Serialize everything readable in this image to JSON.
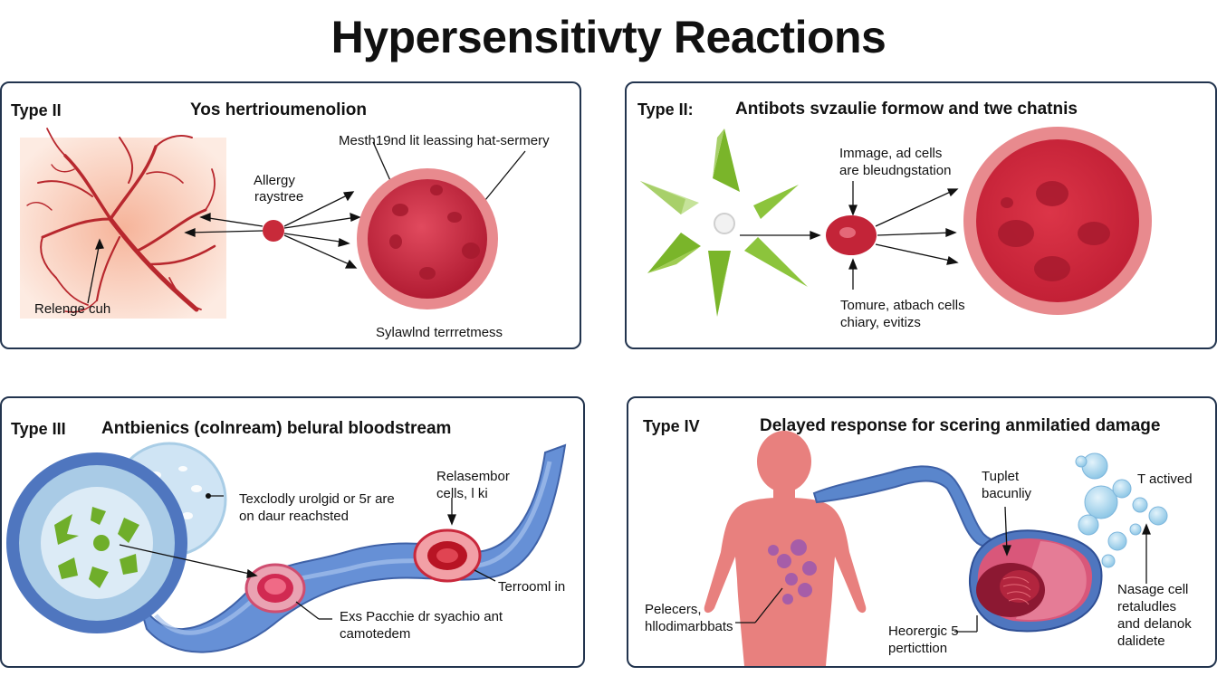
{
  "title": "Hypersensitivty Reactions",
  "panels": [
    {
      "type": "Type II",
      "heading": "Yos hertrioumenolion",
      "labels": [
        "Mesth19nd lit leassing hat-sermery",
        "Allergy",
        "raystree",
        "Relenge cuh",
        "Sylawlnd terrretmess"
      ]
    },
    {
      "type": "Type II:",
      "heading": "Antibots svzaulie formow and twe chatnis",
      "labels": [
        "Immage, ad cells",
        "are bleudngstation",
        "Tomure, atbach cells",
        "chiary, evitizs"
      ]
    },
    {
      "type": "Type III",
      "heading": "Antbienics (colnream) belural bloodstream",
      "labels": [
        "Texclodly urolgid or 5r are",
        "on daur reachsted",
        "Relasembor",
        "cells, l ki",
        "Terrooml in",
        "Exs Pacchie dr syachio ant",
        "camotedem"
      ]
    },
    {
      "type": "Type IV",
      "heading": "Delayed response for scering anmilatied damage",
      "labels": [
        "Tuplet",
        "bacunliy",
        "T actived",
        "Pelecers,",
        "hllodimarbbats",
        "Heorergic 5",
        "perticttion",
        "Nasage cell",
        "retaludles",
        "and delanok",
        "dalidete"
      ]
    }
  ],
  "colors": {
    "border": "#22344e",
    "cell_red": "#c8283c",
    "cell_ring": "#e07a82",
    "vessel_blue": "#5a86cc",
    "leaf_green": "#7ab52a",
    "body_pink": "#e8807e",
    "bubble_blue": "#a9d6ee"
  }
}
